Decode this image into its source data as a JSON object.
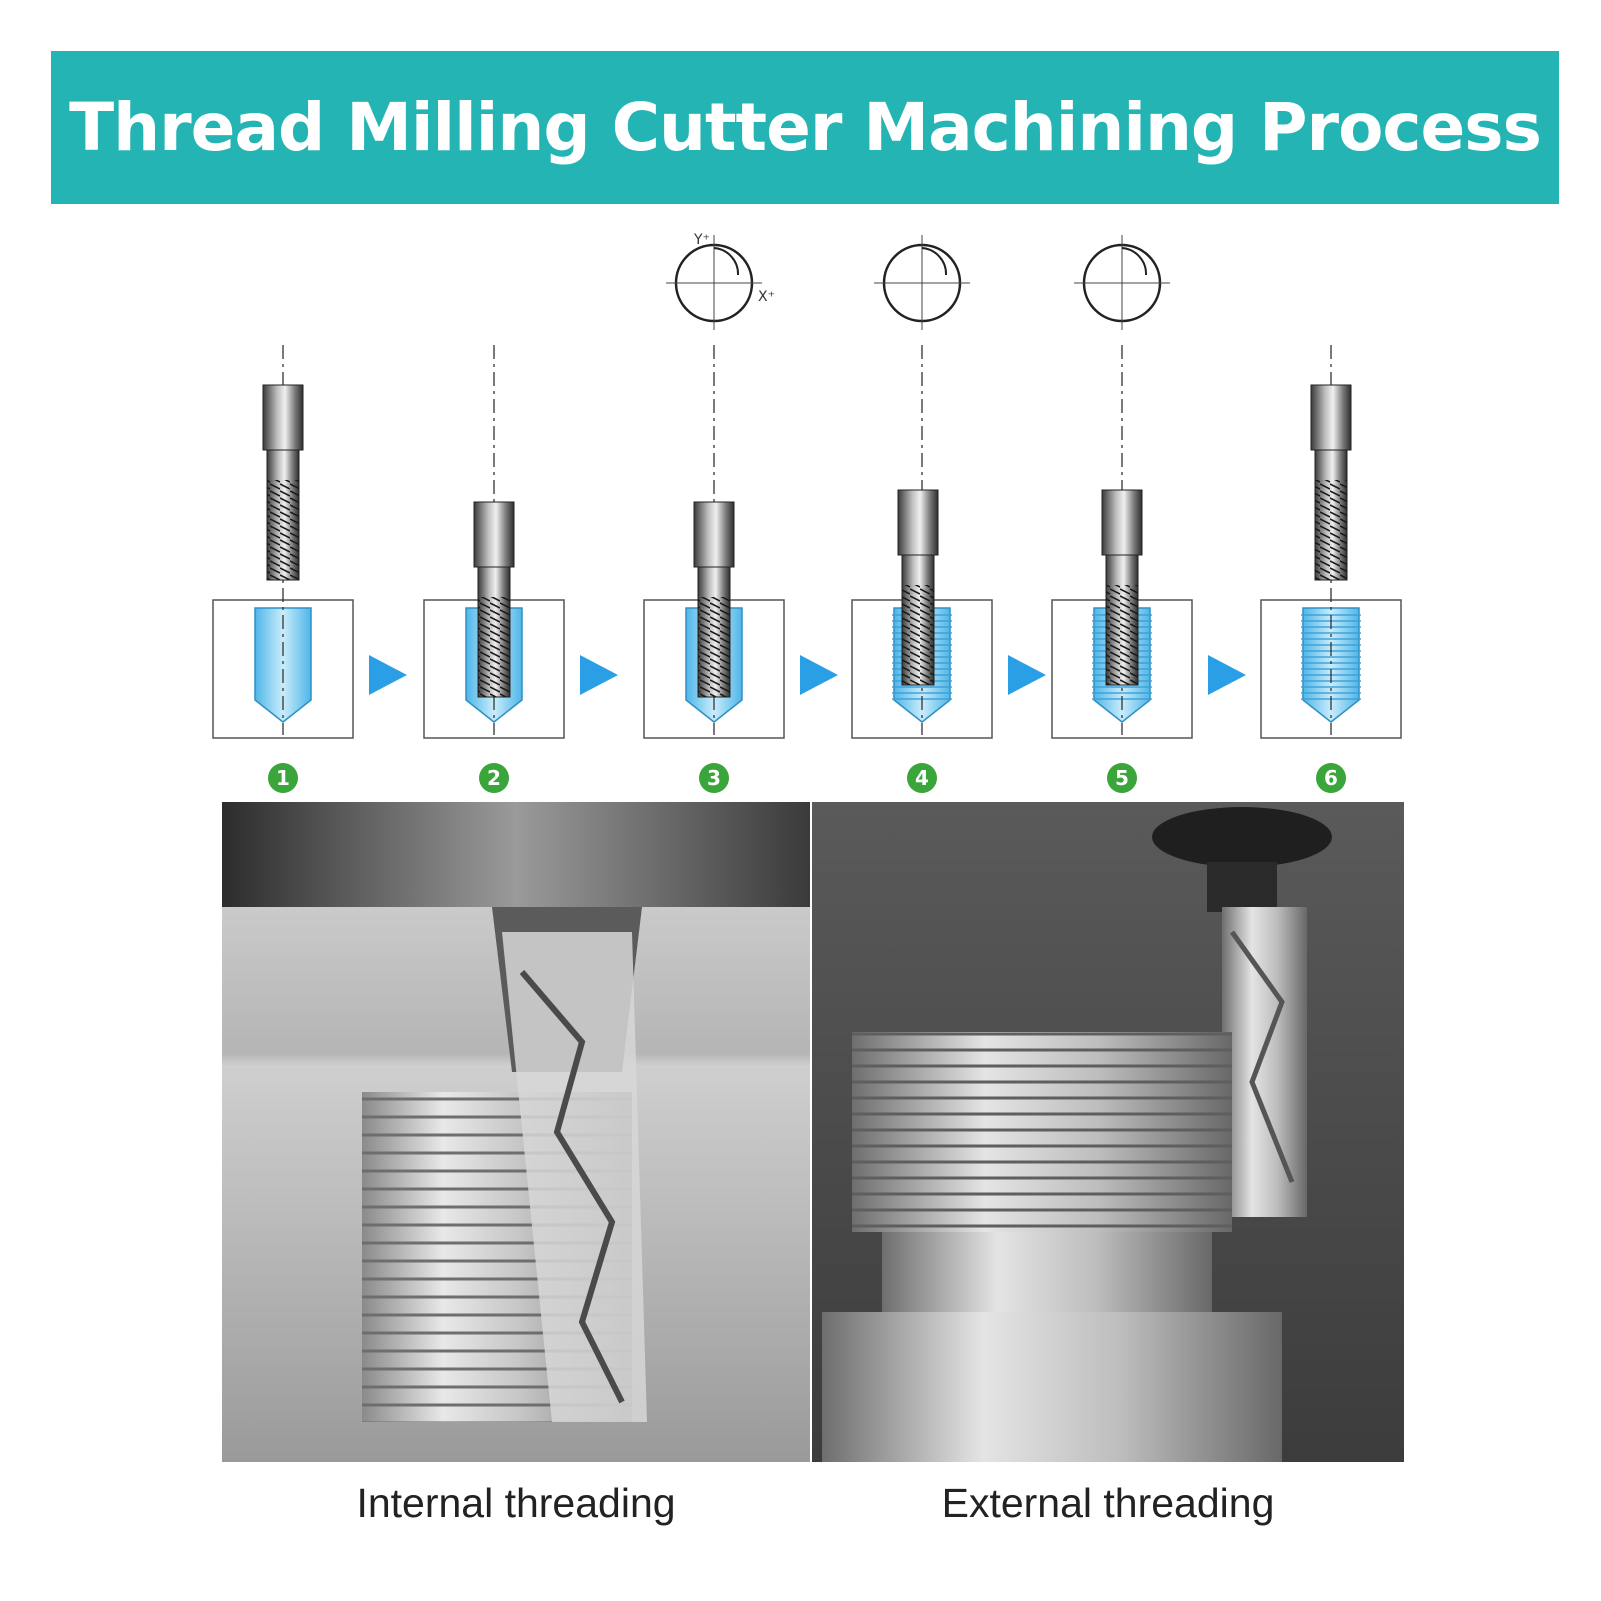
{
  "header": {
    "title": "Thread Milling Cutter Machining Process",
    "background_color": "#24b4b4"
  },
  "process": {
    "steps": [
      {
        "number": "1",
        "stage": "tool-above-drilled-hole",
        "orbit": false
      },
      {
        "number": "2",
        "stage": "tool-plunged-into-hole",
        "orbit": false
      },
      {
        "number": "3",
        "stage": "radial-entry",
        "orbit": true
      },
      {
        "number": "4",
        "stage": "helical-interpolation",
        "orbit": true
      },
      {
        "number": "5",
        "stage": "radial-exit",
        "orbit": true
      },
      {
        "number": "6",
        "stage": "tool-retracted-thread-complete",
        "orbit": false
      }
    ],
    "orbit_axis_labels": {
      "y": "Y⁺",
      "x": "X⁺"
    },
    "arrow_color": "#2a9fe6",
    "number_badge_color": "#3aa53a",
    "hole_color": "#8fd3f4"
  },
  "photos": {
    "internal": {
      "caption": "Internal threading"
    },
    "external": {
      "caption": "External threading"
    }
  }
}
